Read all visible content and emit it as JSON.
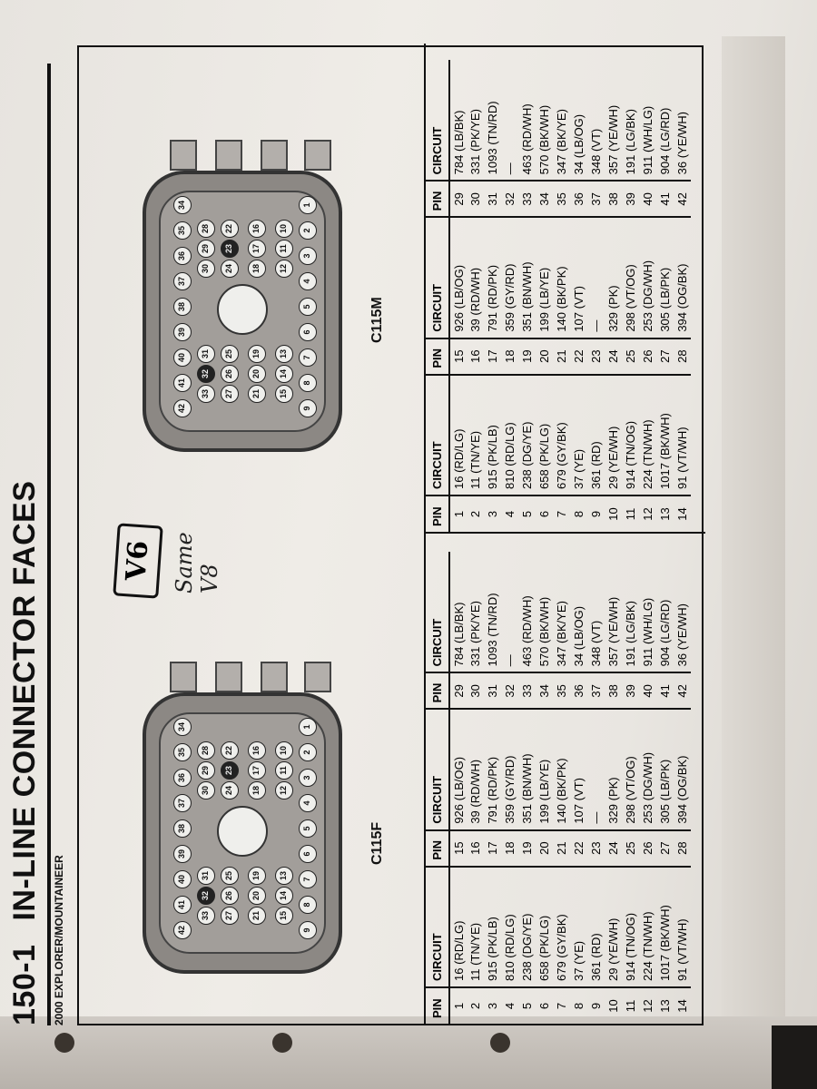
{
  "header": {
    "number": "150-1",
    "title": "IN-LINE CONNECTOR FACES",
    "subtitle": "2000 EXPLORER/MOUNTAINEER"
  },
  "handwriting": {
    "box": "V6",
    "note_line1": "Same",
    "note_line2": "V8"
  },
  "table_headers": {
    "pin": "PIN",
    "circuit": "CIRCUIT"
  },
  "connectors": [
    {
      "label": "C115F",
      "rows": [
        [
          "1",
          "16 (RD/LG)",
          "15",
          "926 (LB/OG)",
          "29",
          "784 (LB/BK)"
        ],
        [
          "2",
          "11 (TN/YE)",
          "16",
          "39 (RD/WH)",
          "30",
          "331 (PK/YE)"
        ],
        [
          "3",
          "915 (PK/LB)",
          "17",
          "791 (RD/PK)",
          "31",
          "1093 (TN/RD)"
        ],
        [
          "4",
          "810 (RD/LG)",
          "18",
          "359 (GY/RD)",
          "32",
          "—"
        ],
        [
          "5",
          "238 (DG/YE)",
          "19",
          "351 (BN/WH)",
          "33",
          "463 (RD/WH)"
        ],
        [
          "6",
          "658 (PK/LG)",
          "20",
          "199 (LB/YE)",
          "34",
          "570 (BK/WH)"
        ],
        [
          "7",
          "679 (GY/BK)",
          "21",
          "140 (BK/PK)",
          "35",
          "347 (BK/YE)"
        ],
        [
          "8",
          "37 (YE)",
          "22",
          "107 (VT)",
          "36",
          "34 (LB/OG)"
        ],
        [
          "9",
          "361 (RD)",
          "23",
          "—",
          "37",
          "348 (VT)"
        ],
        [
          "10",
          "29 (YE/WH)",
          "24",
          "329 (PK)",
          "38",
          "357 (YE/WH)"
        ],
        [
          "11",
          "914 (TN/OG)",
          "25",
          "298 (VT/OG)",
          "39",
          "191 (LG/BK)"
        ],
        [
          "12",
          "224 (TN/WH)",
          "26",
          "253 (DG/WH)",
          "40",
          "911 (WH/LG)"
        ],
        [
          "13",
          "1017 (BK/WH)",
          "27",
          "305 (LB/PK)",
          "41",
          "904 (LG/RD)"
        ],
        [
          "14",
          "91 (VT/WH)",
          "28",
          "394 (OG/BK)",
          "42",
          "36 (YE/WH)"
        ]
      ]
    },
    {
      "label": "C115M",
      "rows": [
        [
          "1",
          "16 (RD/LG)",
          "15",
          "926 (LB/OG)",
          "29",
          "784 (LB/BK)"
        ],
        [
          "2",
          "11 (TN/YE)",
          "16",
          "39 (RD/WH)",
          "30",
          "331 (PK/YE)"
        ],
        [
          "3",
          "915 (PK/LB)",
          "17",
          "791 (RD/PK)",
          "31",
          "1093 (TN/RD)"
        ],
        [
          "4",
          "810 (RD/LG)",
          "18",
          "359 (GY/RD)",
          "32",
          "—"
        ],
        [
          "5",
          "238 (DG/YE)",
          "19",
          "351 (BN/WH)",
          "33",
          "463 (RD/WH)"
        ],
        [
          "6",
          "658 (PK/LG)",
          "20",
          "199 (LB/YE)",
          "34",
          "570 (BK/WH)"
        ],
        [
          "7",
          "679 (GY/BK)",
          "21",
          "140 (BK/PK)",
          "35",
          "347 (BK/YE)"
        ],
        [
          "8",
          "37 (YE)",
          "22",
          "107 (VT)",
          "36",
          "34 (LB/OG)"
        ],
        [
          "9",
          "361 (RD)",
          "23",
          "—",
          "37",
          "348 (VT)"
        ],
        [
          "10",
          "29 (YE/WH)",
          "24",
          "329 (PK)",
          "38",
          "357 (YE/WH)"
        ],
        [
          "11",
          "914 (TN/OG)",
          "25",
          "298 (VT/OG)",
          "39",
          "191 (LG/BK)"
        ],
        [
          "12",
          "224 (TN/WH)",
          "26",
          "253 (DG/WH)",
          "40",
          "911 (WH/LG)"
        ],
        [
          "13",
          "1017 (BK/WH)",
          "27",
          "305 (LB/PK)",
          "41",
          "904 (LG/RD)"
        ],
        [
          "14",
          "91 (VT/WH)",
          "28",
          "394 (OG/BK)",
          "42",
          "36 (YE/WH)"
        ]
      ]
    }
  ],
  "pin_groups": {
    "row_top": [
      "42",
      "41",
      "40",
      "39",
      "38",
      "37",
      "36",
      "35",
      "34"
    ],
    "row_2": [
      "33",
      "32",
      "31",
      "30",
      "29",
      "28"
    ],
    "row_3": [
      "27",
      "26",
      "25",
      "24",
      "23",
      "22"
    ],
    "row_4": [
      "21",
      "20",
      "19",
      "18",
      "17",
      "16"
    ],
    "row_5": [
      "15",
      "14",
      "13",
      "12",
      "11",
      "10"
    ],
    "row_bottom": [
      "9",
      "8",
      "7",
      "6",
      "5",
      "4",
      "3",
      "2",
      "1"
    ],
    "dark_pins": [
      "32",
      "23"
    ]
  }
}
